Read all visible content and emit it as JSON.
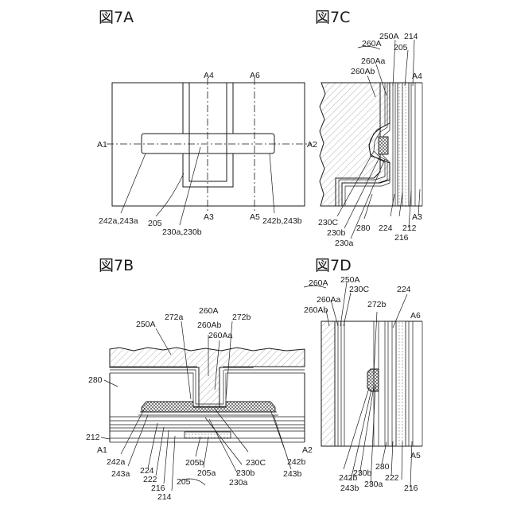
{
  "figures": {
    "fig7a": {
      "title": "図7A",
      "labels": {
        "a1": "A1",
        "a2": "A2",
        "a3": "A3",
        "a4": "A4",
        "a5": "A5",
        "a6": "A6",
        "l242a": "242a,243a",
        "l205": "205",
        "l230": "230a,230b",
        "l242b": "242b,243b"
      }
    },
    "fig7b": {
      "title": "図7B",
      "labels": {
        "l250A": "250A",
        "l272a": "272a",
        "l260A": "260A",
        "l272b": "272b",
        "l260Ab": "260Ab",
        "l260Aa": "260Aa",
        "l280": "280",
        "l212": "212",
        "a1": "A1",
        "a2": "A2",
        "l242a": "242a",
        "l243a": "243a",
        "l224": "224",
        "l222": "222",
        "l216": "216",
        "l214": "214",
        "l205": "205",
        "l205b": "205b",
        "l205a": "205a",
        "l230b": "230b",
        "l230a": "230a",
        "l230C": "230C",
        "l242b": "242b",
        "l243b": "243b"
      }
    },
    "fig7c": {
      "title": "図7C",
      "labels": {
        "l250A": "250A",
        "l214": "214",
        "l260A": "260A",
        "l205": "205",
        "a4": "A4",
        "l260Aa": "260Aa",
        "l260Ab": "260Ab",
        "l230C": "230C",
        "l230b": "230b",
        "l230a": "230a",
        "l280": "280",
        "l224": "224",
        "l216": "216",
        "l212": "212",
        "a3": "A3"
      }
    },
    "fig7d": {
      "title": "図7D",
      "labels": {
        "l260A": "260A",
        "l250A": "250A",
        "l260Aa": "260Aa",
        "l230C": "230C",
        "l260Ab": "260Ab",
        "l272b": "272b",
        "l224": "224",
        "a6": "A6",
        "l242b": "242b",
        "l243b": "243b",
        "l230b": "230b",
        "l230a": "230a",
        "l280": "280",
        "l222": "222",
        "l216": "216",
        "a5": "A5"
      }
    }
  }
}
